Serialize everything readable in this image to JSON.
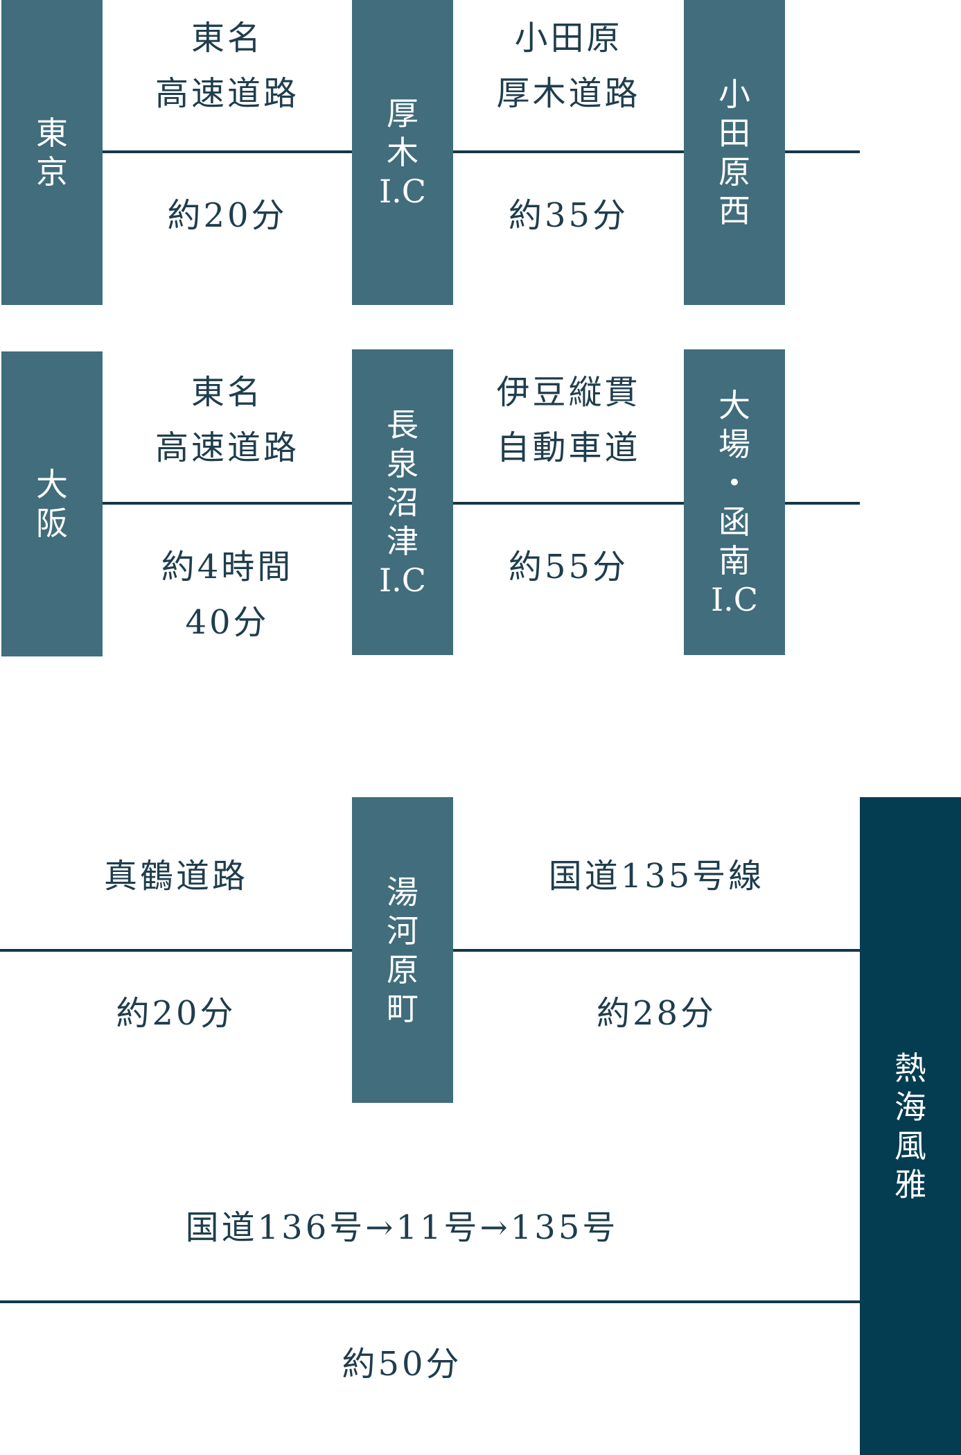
{
  "route_tokyo": {
    "start": [
      "東",
      "京"
    ],
    "road1": "東名\n高速道路",
    "time1": "約20分",
    "ic1": [
      "厚",
      "木",
      "I.C"
    ],
    "road2": "小田原\n厚木道路",
    "time2": "約35分",
    "ic2": [
      "小",
      "田",
      "原",
      "西"
    ]
  },
  "route_osaka": {
    "start": [
      "大",
      "阪"
    ],
    "road1": "東名\n高速道路",
    "time1": "約4時間\n40分",
    "ic1": [
      "長",
      "泉",
      "沼",
      "津",
      "I.C"
    ],
    "road2": "伊豆縦貫\n自動車道",
    "time2": "約55分",
    "ic2": [
      "大",
      "場",
      "・",
      "函",
      "南",
      "I.C"
    ]
  },
  "route_final": {
    "road_upper1": "真鶴道路",
    "time_upper1": "約20分",
    "junction": [
      "湯",
      "河",
      "原",
      "町"
    ],
    "road_upper2": "国道135号線",
    "time_upper2": "約28分",
    "road_lower": "国道136号→11号→135号",
    "time_lower": "約50分",
    "destination": [
      "熱",
      "海",
      "風",
      "雅"
    ]
  }
}
